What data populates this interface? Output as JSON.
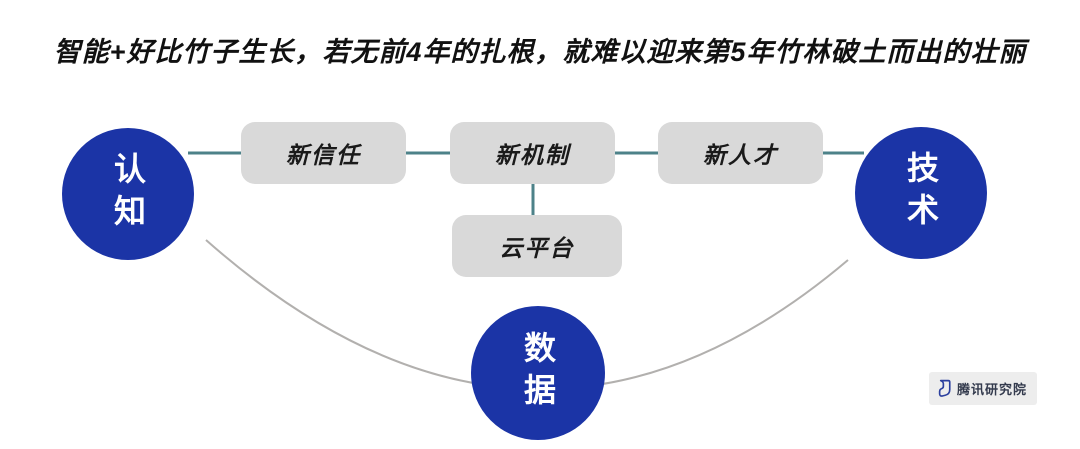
{
  "title": "智能+好比竹子生长，若无前4年的扎根，就难以迎来第5年竹林破土而出的壮丽",
  "diagram": {
    "nodes": {
      "cognition": "认知",
      "technology": "技术",
      "data": "数据",
      "new_trust": "新信任",
      "new_mechanism": "新机制",
      "new_talent": "新人才",
      "cloud_platform": "云平台"
    },
    "colors": {
      "circle_blue": "#1b34a6",
      "box_gray": "#d9d9d9",
      "connector_teal": "#4d8289",
      "arc_gray": "#b2b0ae",
      "title_black": "#111111"
    }
  },
  "footer": {
    "logo_text": "腾讯研究院"
  }
}
